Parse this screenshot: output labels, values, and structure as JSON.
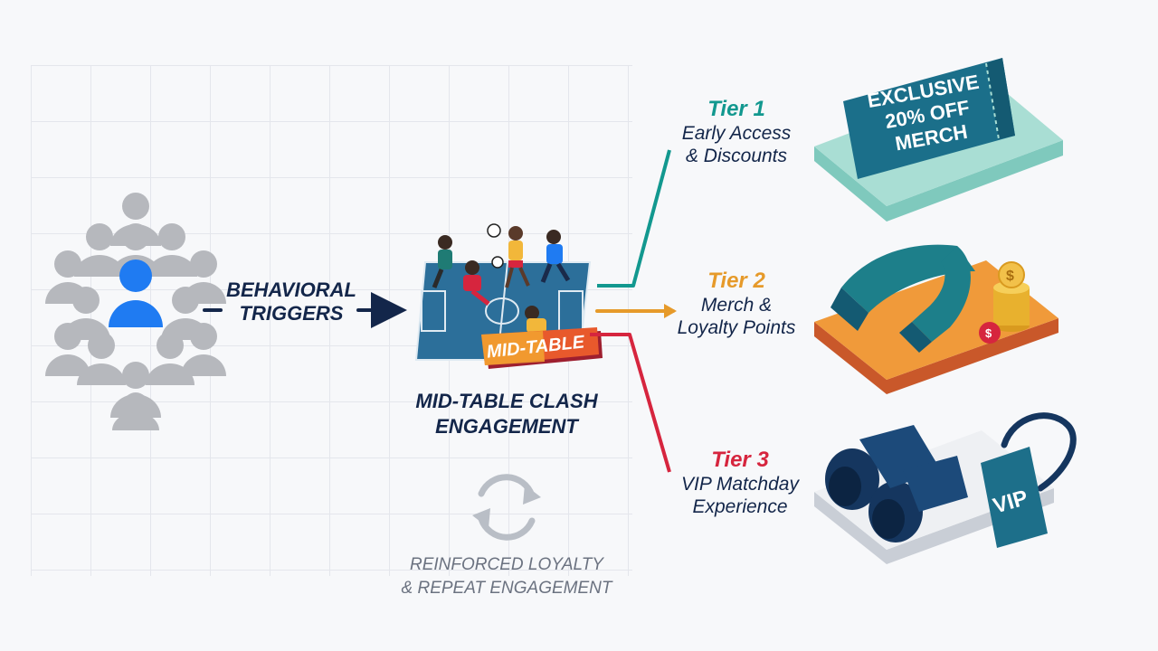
{
  "colors": {
    "navy": "#13264a",
    "teal": "#12988f",
    "orange": "#e69a2a",
    "red": "#d6253e",
    "accent_blue": "#1f7bf2",
    "gray_people": "#b6b8bd"
  },
  "icons": {
    "audience": "audience-crowd-icon",
    "match": "football-match-pitch-icon",
    "loop": "refresh-cycle-icon",
    "tier1": "merch-ticket-icon",
    "tier2": "scarf-coins-icon",
    "tier3": "binoculars-vip-tag-icon"
  },
  "flow": {
    "triggers_label": "BEHAVIORAL\nTRIGGERS",
    "badge_label": "MID-TABLE",
    "engagement_label": "MID-TABLE CLASH\nENGAGEMENT",
    "loop_label": "REINFORCED LOYALTY\n& REPEAT ENGAGEMENT"
  },
  "tiers": [
    {
      "title": "Tier 1",
      "description": "Early Access\n& Discounts",
      "color": "#12988f",
      "card_text": "EXCLUSIVE\n20% OFF\nMERCH"
    },
    {
      "title": "Tier 2",
      "description": "Merch &\nLoyalty Points",
      "color": "#e69a2a"
    },
    {
      "title": "Tier 3",
      "description": "VIP Matchday\nExperience",
      "color": "#d6253e"
    }
  ]
}
